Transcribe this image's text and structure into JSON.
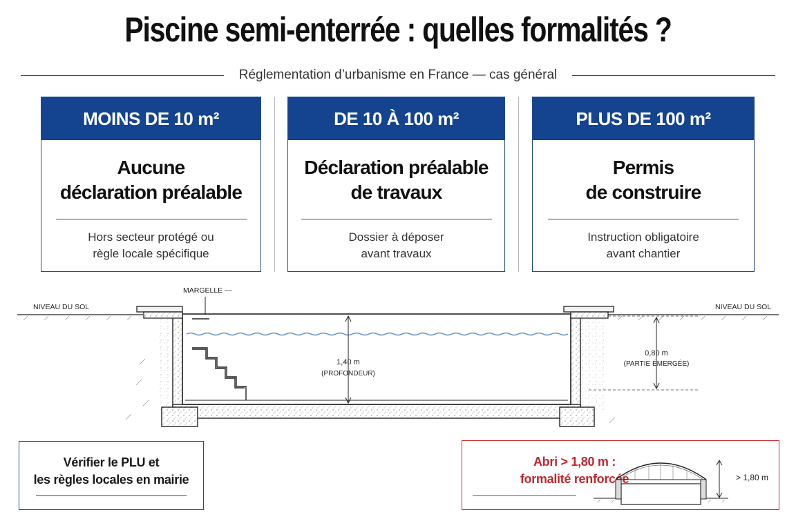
{
  "title": "Piscine semi-enterrée : quelles formalités ?",
  "subtitle": "Réglementation d’urbanisme en France — cas général",
  "cards": [
    {
      "header": "MOINS DE 10 m²",
      "main_line1": "Aucune",
      "main_line2": "déclaration préalable",
      "note_line1": "Hors secteur protégé ou",
      "note_line2": "règle locale spécifique"
    },
    {
      "header": "DE 10 À 100 m²",
      "main_line1": "Déclaration préalable",
      "main_line2": "de travaux",
      "note_line1": "Dossier à déposer",
      "note_line2": "avant travaux"
    },
    {
      "header": "PLUS DE 100 m²",
      "main_line1": "Permis",
      "main_line2": "de construire",
      "note_line1": "Instruction obligatoire",
      "note_line2": "avant chantier"
    }
  ],
  "diagram": {
    "margelle_label": "MARGELLE —",
    "ground_left": "NIVEAU DU SOL",
    "ground_right": "NIVEAU DU SOL",
    "depth_value": "1,40 m",
    "depth_caption": "(PROFONDEUR)",
    "emerged_value": "0,80 m",
    "emerged_caption": "(PARTIE ÉMERGÉE)"
  },
  "notice_plu": {
    "line1": "Vérifier le PLU et",
    "line2": "les règles locales en mairie"
  },
  "notice_abri": {
    "line1": "Abri > 1,80 m :",
    "line2": "formalité renforcée",
    "height_label": "> 1,80 m"
  },
  "colors": {
    "navy": "#14448f",
    "red": "#c1272d",
    "water": "#5d8cc4"
  }
}
